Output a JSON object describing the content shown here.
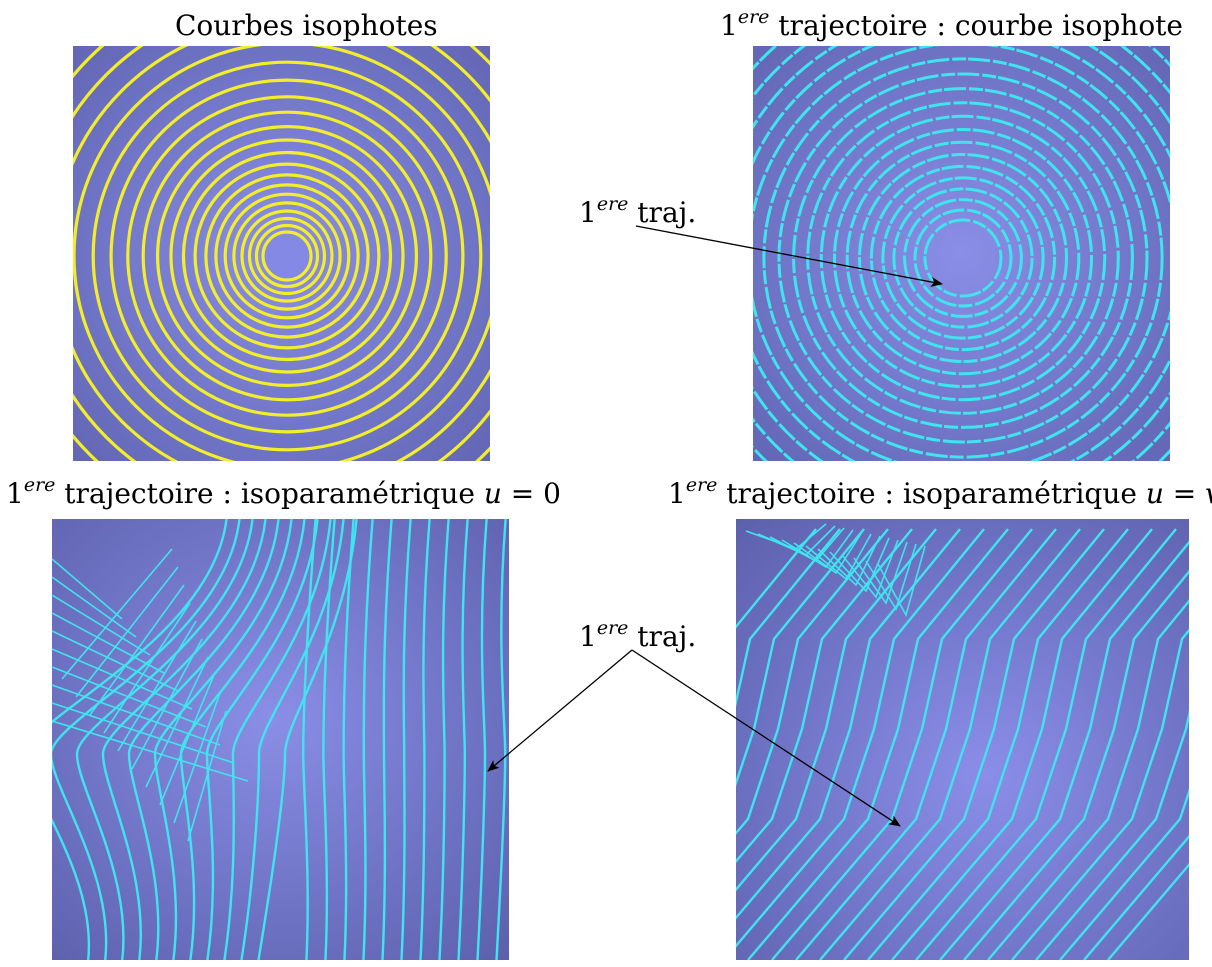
{
  "panels": {
    "top_left": {
      "title": "Courbes isophotes"
    },
    "top_right": {
      "title_prefix": "1",
      "title_sup": "ere",
      "title_rest": " trajectoire : courbe isophote"
    },
    "bottom_left": {
      "title_prefix": "1",
      "title_sup": "ere",
      "title_rest": " trajectoire : isoparamétrique ",
      "title_var": "u",
      "title_eq": " = 0"
    },
    "bottom_right": {
      "title_prefix": "1",
      "title_sup": "ere",
      "title_rest": " trajectoire : isoparamétrique ",
      "title_var": "u",
      "title_eq": " = ",
      "title_var2": "v"
    }
  },
  "callouts": {
    "top": {
      "prefix": "1",
      "sup": "ere",
      "text": " traj."
    },
    "bottom": {
      "prefix": "1",
      "sup": "ere",
      "text": " traj."
    }
  },
  "colors": {
    "background_blue": "#6f72c6",
    "isophote_yellow": "#f2ee2a",
    "trajectory_cyan": "#3fe4ee"
  }
}
